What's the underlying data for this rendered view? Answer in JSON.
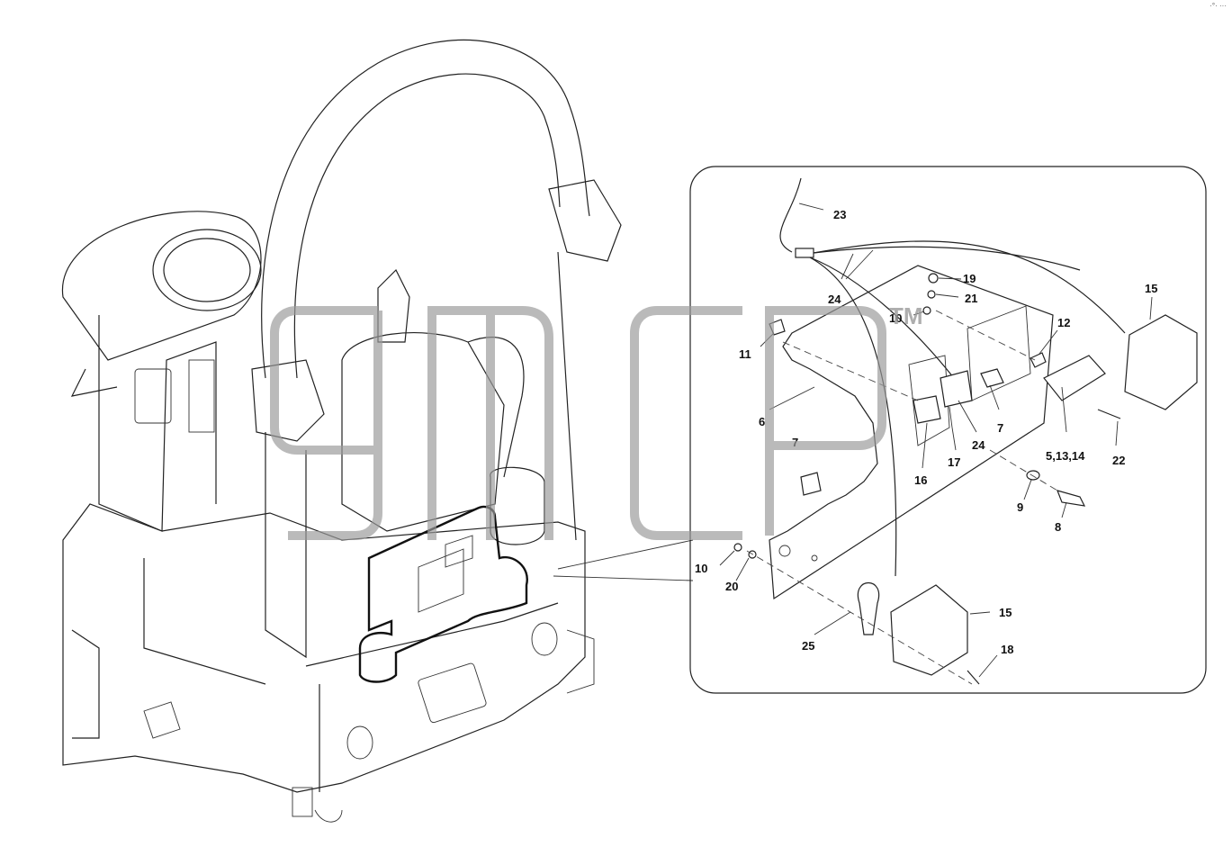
{
  "watermark": {
    "text": "gmcp",
    "tm": "TM"
  },
  "corner_mark": "·°· ···",
  "callouts": {
    "c23": "23",
    "c24a": "24",
    "c19": "19",
    "c21": "21",
    "c10a": "10",
    "c15a": "15",
    "c11": "11",
    "c12": "12",
    "c6": "6",
    "c7a": "7",
    "c7b": "7",
    "c24b": "24",
    "c16": "16",
    "c17": "17",
    "c5": "5,13,14",
    "c22": "22",
    "c9": "9",
    "c8": "8",
    "c10b": "10",
    "c20": "20",
    "c15b": "15",
    "c25": "25",
    "c18": "18"
  }
}
